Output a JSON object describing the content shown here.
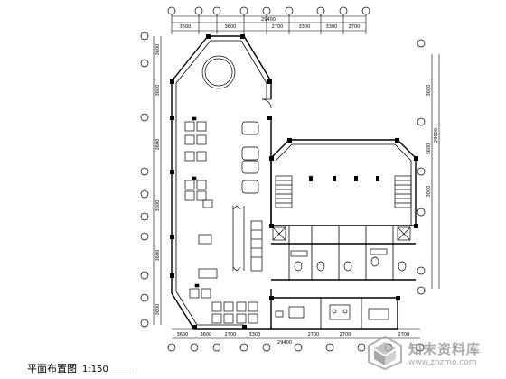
{
  "drawing": {
    "title": "平面布置图",
    "scale": "1:150",
    "top_dimensions": [
      "3600",
      "3600",
      "2700",
      "3300",
      "3300",
      "2700"
    ],
    "top_total": "29400",
    "bottom_dimensions": [
      "3600",
      "3600",
      "2700",
      "3300",
      "2700",
      "2700",
      "2700"
    ],
    "bottom_total": "29400",
    "left_dimensions": [
      "3600",
      "3600",
      "3600",
      "3600",
      "3600",
      "3600"
    ],
    "right_dimensions": [
      "3600",
      "3600",
      "3000"
    ],
    "right_total": "29000"
  },
  "watermark": {
    "brand": "知末资料库",
    "url": "www.znzmo.com",
    "icon": "znzmo-logo-icon"
  }
}
